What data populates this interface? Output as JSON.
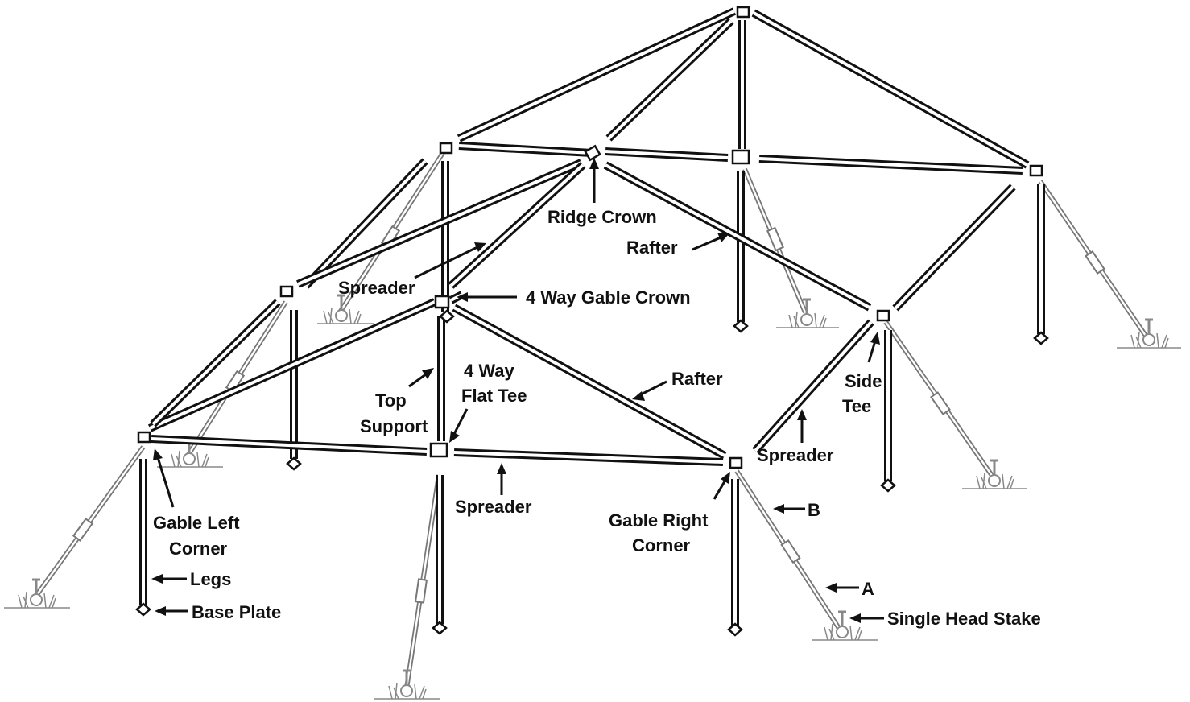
{
  "labels": {
    "ridge_crown": "Ridge Crown",
    "rafter_top": "Rafter",
    "spreader_top": "Spreader",
    "gable_crown": "4 Way Gable Crown",
    "top_support_1": "Top",
    "top_support_2": "Support",
    "flat_tee_1": "4 Way",
    "flat_tee_2": "Flat Tee",
    "rafter_mid": "Rafter",
    "side_tee_1": "Side",
    "side_tee_2": "Tee",
    "spreader_right": "Spreader",
    "spreader_front": "Spreader",
    "gable_left_1": "Gable Left",
    "gable_left_2": "Corner",
    "gable_right_1": "Gable Right",
    "gable_right_2": "Corner",
    "legs": "Legs",
    "base_plate": "Base Plate",
    "b": "B",
    "a": "A",
    "stake": "Single Head Stake"
  },
  "colors": {
    "frame": "#111111",
    "guy_line": "#777777",
    "text": "#111111"
  }
}
